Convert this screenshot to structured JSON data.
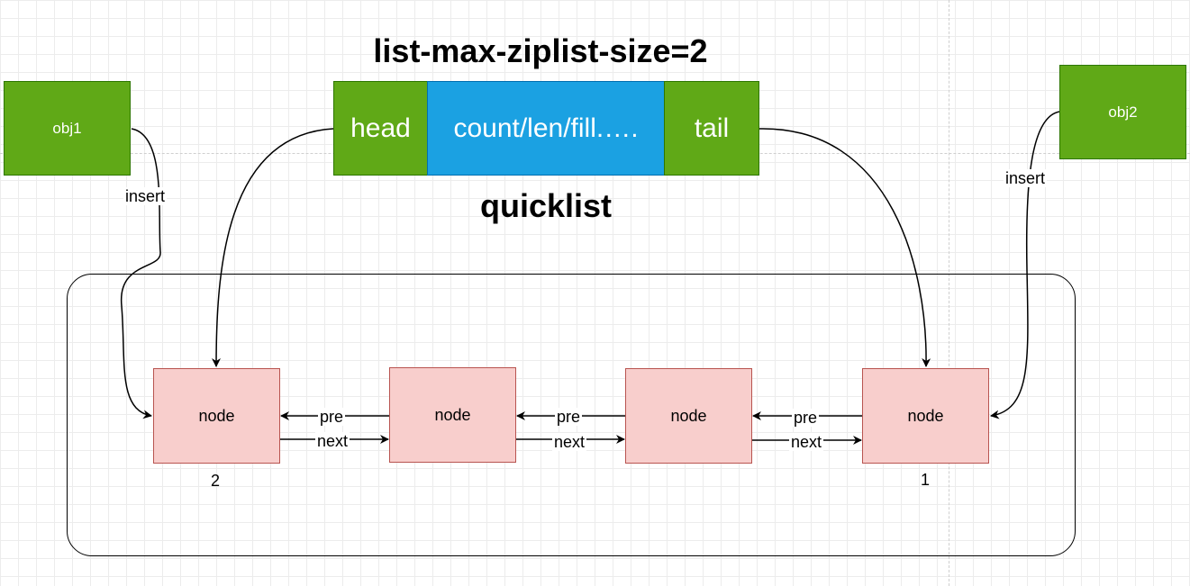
{
  "config_title": "list-max-ziplist-size=2",
  "struct_label": "quicklist",
  "struct": {
    "head": "head",
    "middle": "count/len/fill.….",
    "tail": "tail"
  },
  "objects": {
    "obj1": "obj1",
    "obj2": "obj2"
  },
  "nodes": [
    "node",
    "node",
    "node",
    "node"
  ],
  "node_indices": {
    "first": "2",
    "last": "1"
  },
  "links": {
    "pre": "pre",
    "next": "next"
  },
  "insert_label": "insert",
  "colors": {
    "green": "#60a917",
    "blue": "#1ba1e2",
    "node_fill": "#f8cecc",
    "node_border": "#b85450"
  }
}
